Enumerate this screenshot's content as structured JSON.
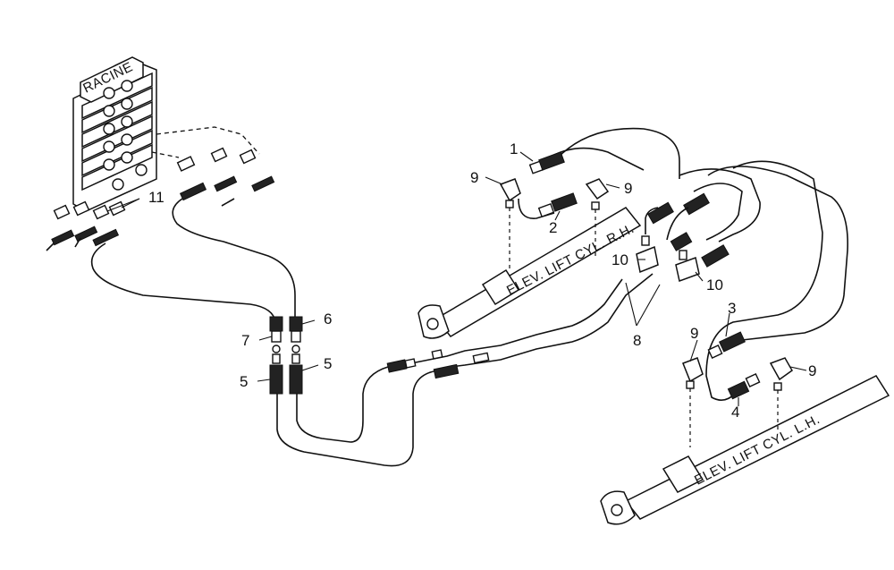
{
  "valve": {
    "brand": "RACINE"
  },
  "cylinders": {
    "rh_label": "ELEV. LIFT CYL. R.H.",
    "lh_label": "ELEV. LIFT CYL. L.H."
  },
  "callouts": {
    "c1": "1",
    "c2": "2",
    "c3": "3",
    "c4": "4",
    "c5a": "5",
    "c5b": "5",
    "c6": "6",
    "c7": "7",
    "c8": "8",
    "c9a": "9",
    "c9b": "9",
    "c9c": "9",
    "c9d": "9",
    "c10a": "10",
    "c10b": "10",
    "c11": "11"
  }
}
